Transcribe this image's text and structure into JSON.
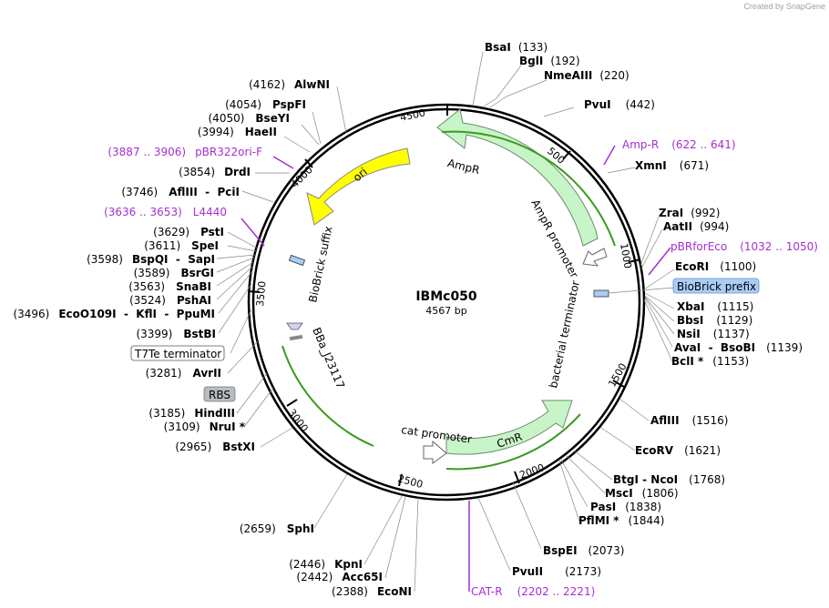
{
  "credit": "Created by SnapGene",
  "plasmid": {
    "name": "IBMc050",
    "length": "4567 bp"
  },
  "ticks": [
    "500",
    "1000",
    "1500",
    "2000",
    "2500",
    "3000",
    "3500",
    "4000",
    "4500"
  ],
  "sites_right": [
    {
      "name": "BsaI",
      "coord": "(133)"
    },
    {
      "name": "BglI",
      "coord": "(192)"
    },
    {
      "name": "NmeAIII",
      "coord": "(220)"
    },
    {
      "name": "PvuI",
      "coord": "(442)"
    },
    {
      "name": "Amp-R",
      "coord": "(622 .. 641)",
      "primer": true
    },
    {
      "name": "XmnI",
      "coord": "(671)"
    },
    {
      "name": "ZraI",
      "coord": "(992)"
    },
    {
      "name": "AatII",
      "coord": "(994)"
    },
    {
      "name": "pBRforEco",
      "coord": "(1032 .. 1050)",
      "primer": true
    },
    {
      "name": "EcoRI",
      "coord": "(1100)"
    },
    {
      "name": "XbaI",
      "coord": "(1115)"
    },
    {
      "name": "BbsI",
      "coord": "(1129)"
    },
    {
      "name": "NsiI",
      "coord": "(1137)"
    },
    {
      "name": "AvaI  -  BsoBI",
      "coord": "(1139)"
    },
    {
      "name": "BclI *",
      "coord": "(1153)"
    },
    {
      "name": "AflIII",
      "coord": "(1516)"
    },
    {
      "name": "EcoRV",
      "coord": "(1621)"
    },
    {
      "name": "BtgI  -  NcoI",
      "coord": "(1768)"
    },
    {
      "name": "MscI",
      "coord": "(1806)"
    },
    {
      "name": "PasI",
      "coord": "(1838)"
    },
    {
      "name": "PflMI *",
      "coord": "(1844)"
    },
    {
      "name": "BspEI",
      "coord": "(2073)"
    },
    {
      "name": "PvuII",
      "coord": "(2173)"
    },
    {
      "name": "CAT-R",
      "coord": "(2202 .. 2221)",
      "primer": true
    }
  ],
  "sites_left": [
    {
      "name": "AlwNI",
      "coord": "(4162)"
    },
    {
      "name": "PspFI",
      "coord": "(4054)"
    },
    {
      "name": "BseYI",
      "coord": "(4050)"
    },
    {
      "name": "HaeII",
      "coord": "(3994)"
    },
    {
      "name": "pBR322ori-F",
      "coord": "(3887 .. 3906)",
      "primer": true
    },
    {
      "name": "DrdI",
      "coord": "(3854)"
    },
    {
      "name": "AflIII  -  PciI",
      "coord": "(3746)"
    },
    {
      "name": "L4440",
      "coord": "(3636 .. 3653)",
      "primer": true
    },
    {
      "name": "PstI",
      "coord": "(3629)"
    },
    {
      "name": "SpeI",
      "coord": "(3611)"
    },
    {
      "name": "BspQI  -  SapI",
      "coord": "(3598)"
    },
    {
      "name": "BsrGI",
      "coord": "(3589)"
    },
    {
      "name": "SnaBI",
      "coord": "(3563)"
    },
    {
      "name": "PshAI",
      "coord": "(3524)"
    },
    {
      "name": "EcoO109I  -  KflI  -  PpuMI",
      "coord": "(3496)"
    },
    {
      "name": "BstBI",
      "coord": "(3399)"
    },
    {
      "name": "AvrII",
      "coord": "(3281)"
    },
    {
      "name": "HindIII",
      "coord": "(3185)"
    },
    {
      "name": "NruI *",
      "coord": "(3109)"
    },
    {
      "name": "BstXI",
      "coord": "(2965)"
    },
    {
      "name": "SphI",
      "coord": "(2659)"
    },
    {
      "name": "KpnI",
      "coord": "(2446)"
    },
    {
      "name": "Acc65I",
      "coord": "(2442)"
    },
    {
      "name": "EcoNI",
      "coord": "(2388)"
    }
  ],
  "boxed_labels": {
    "biobrick_prefix": "BioBrick prefix",
    "t7te": "T7Te terminator",
    "rbs": "RBS"
  },
  "features": {
    "ampr": "AmpR",
    "ampr_promoter": "AmpR promoter",
    "ori": "ori",
    "biobrick_suffix": "BioBrick suffix",
    "bba": "BBa_J23117",
    "cat_promoter": "cat promoter",
    "cmr": "CmR",
    "bacterial_terminator": "bacterial terminator"
  },
  "colors": {
    "ampr_fill": "#c8f5c8",
    "cmr_fill": "#c8f5c8",
    "ori_fill": "#ffff00",
    "primer": "#a52fd0",
    "biobrick_fill": "#a9cdf7",
    "rbs_fill": "#b8bcc0"
  }
}
